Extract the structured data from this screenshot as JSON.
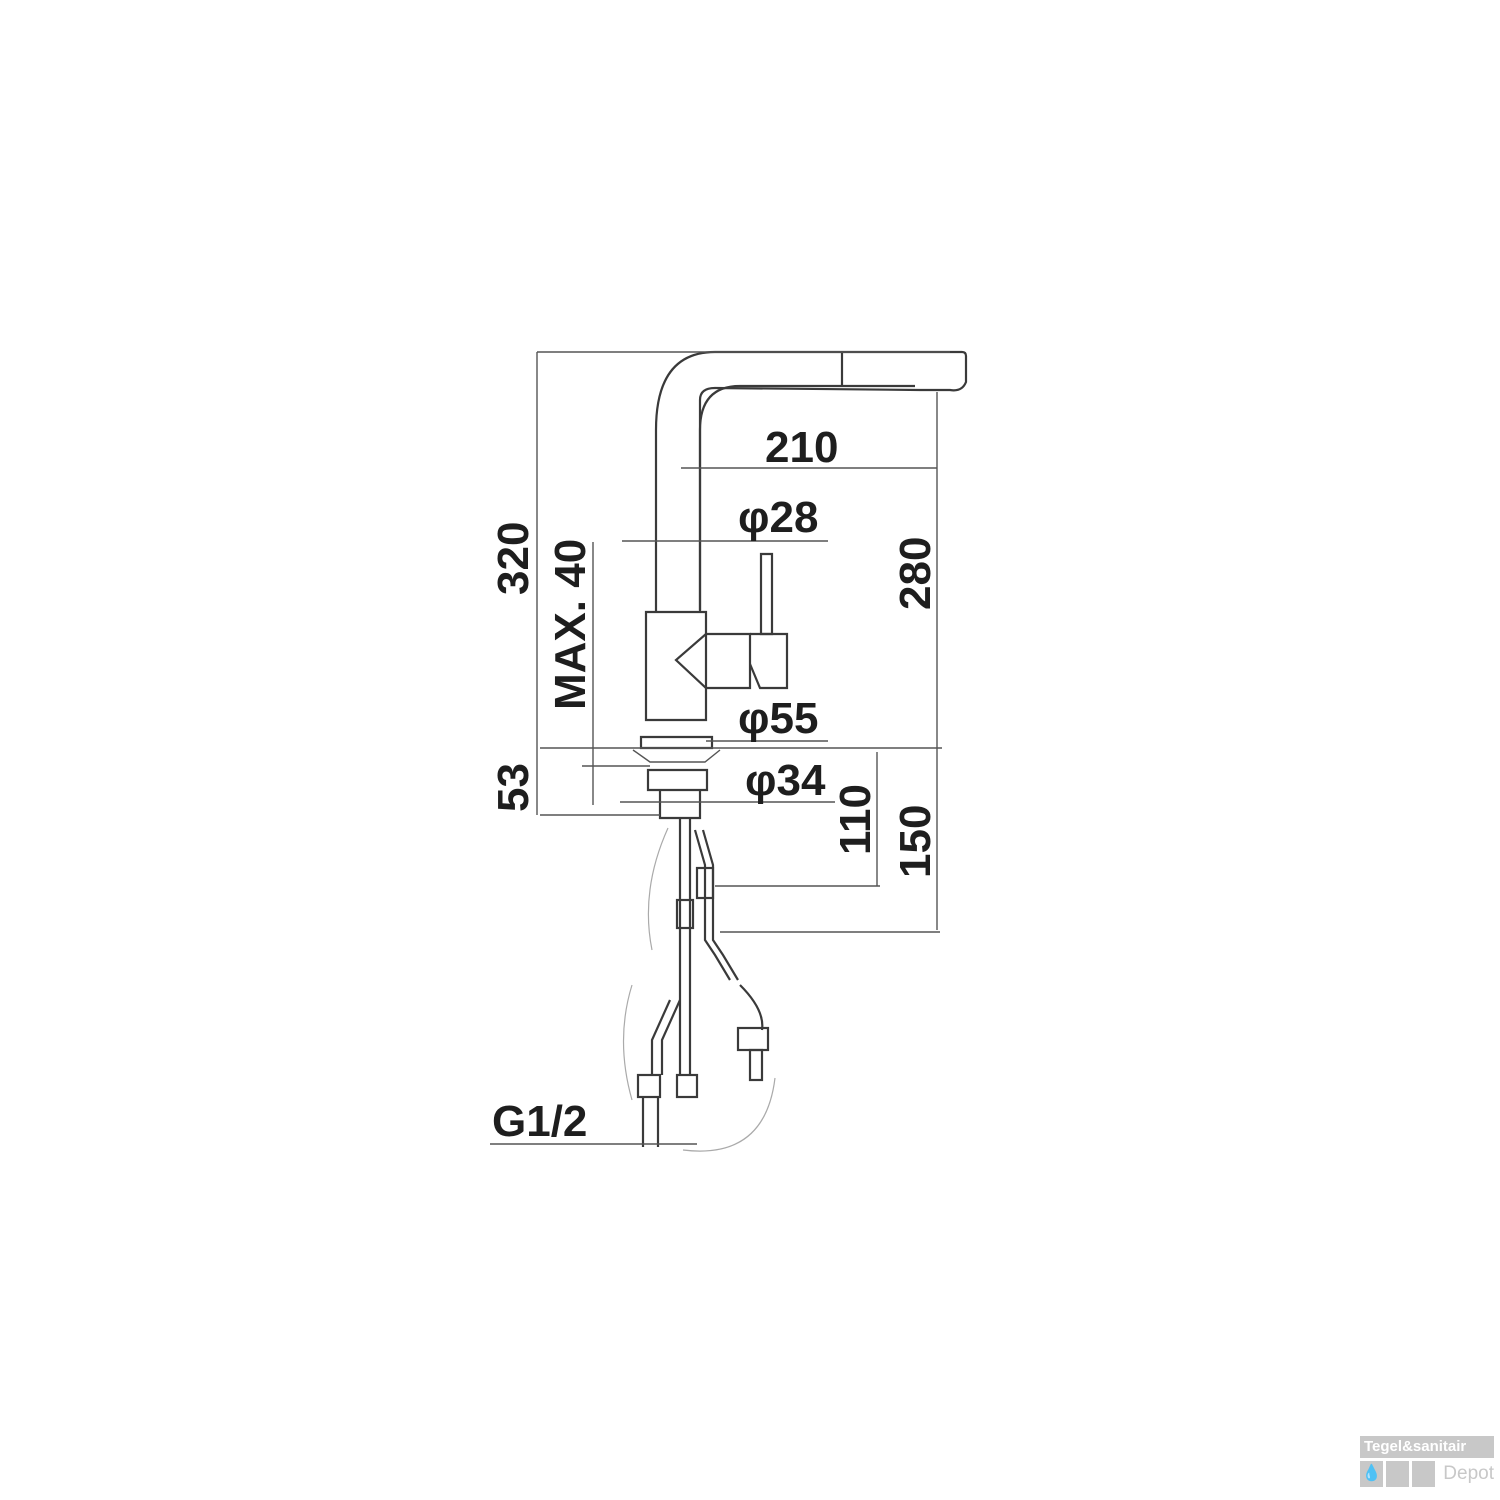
{
  "drawing": {
    "subject": "Kitchen faucet technical dimension drawing (side view)",
    "line_color": "#3a3a3a",
    "dimensions": {
      "overall_height": "320",
      "spout_height": "280",
      "spout_reach": "210",
      "spout_diameter": "φ28",
      "body_diameter": "φ55",
      "shank_diameter": "φ34",
      "max_deck_thickness": "MAX. 40",
      "below_deck_length": "53",
      "hose_length_1": "110",
      "hose_length_2": "150",
      "connection_thread": "G1/2"
    }
  },
  "watermark": {
    "brand_line1": "Tegel&sanitair",
    "brand_line2": "Depot",
    "icon": "water-drop-icon"
  }
}
